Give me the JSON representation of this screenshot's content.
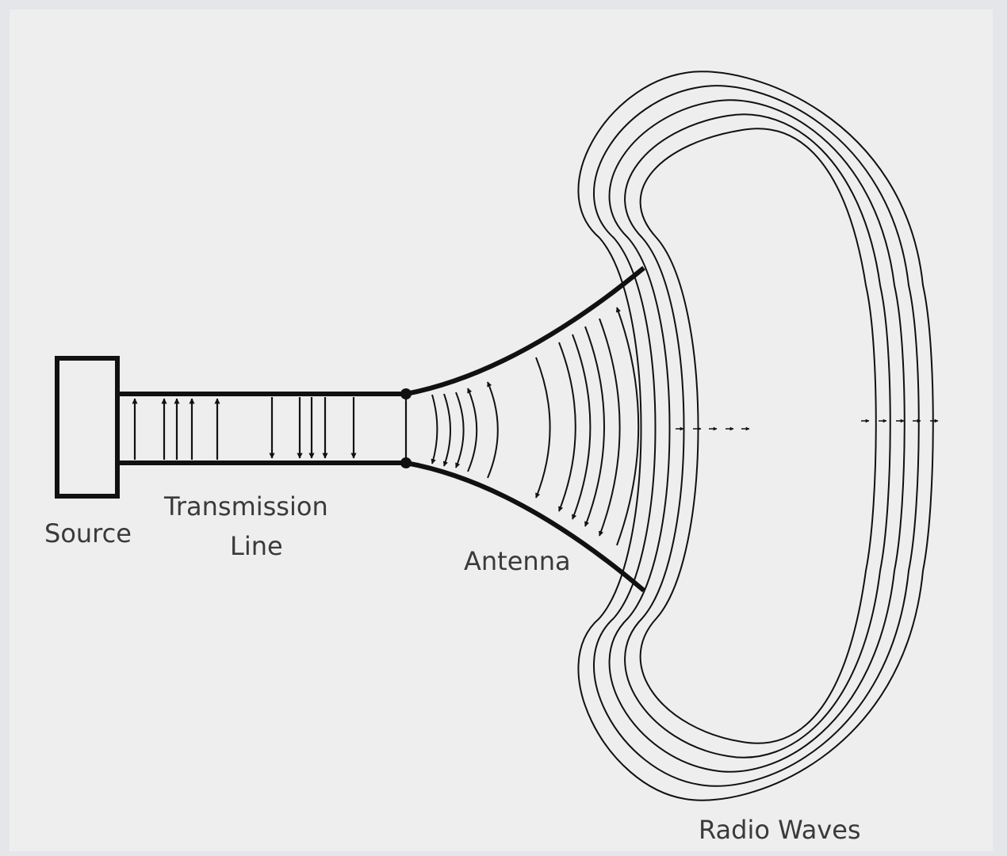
{
  "diagram": {
    "labels": {
      "source": "Source",
      "transmission_line_1": "Transmission",
      "transmission_line_2": "Line",
      "antenna": "Antenna",
      "radio_waves": "Radio Waves"
    },
    "colors": {
      "background": "#e4e6e9",
      "panel": "#eeeeee",
      "ink": "#111111",
      "label": "#3a3a3a"
    }
  }
}
